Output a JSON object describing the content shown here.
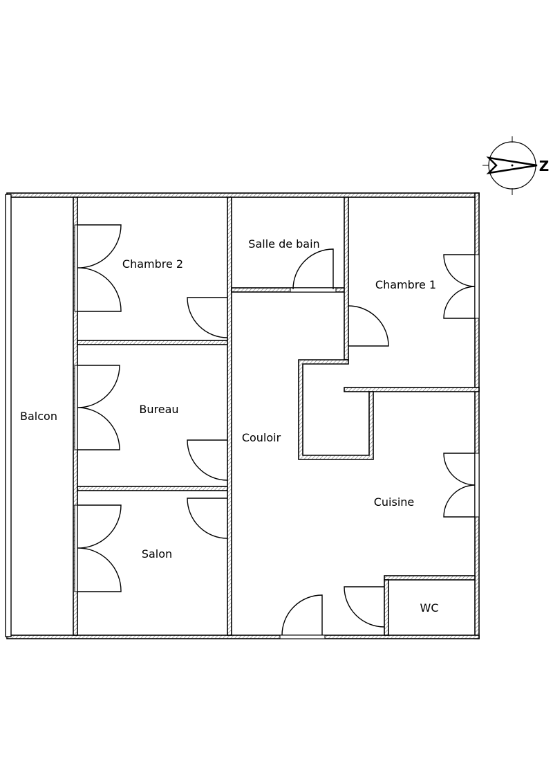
{
  "plan": {
    "rooms": {
      "balcon": "Balcon",
      "chambre2": "Chambre 2",
      "bureau": "Bureau",
      "salon": "Salon",
      "salle_de_bain": "Salle de bain",
      "couloir": "Couloir",
      "chambre1": "Chambre 1",
      "cuisine": "Cuisine",
      "wc": "WC"
    },
    "compass": {
      "north_label": "Z",
      "icon": "compass-rose-icon"
    }
  }
}
